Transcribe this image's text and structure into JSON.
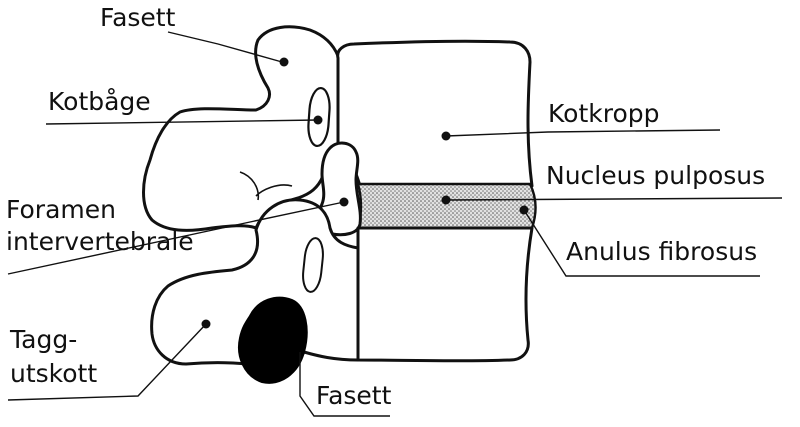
{
  "labels": {
    "fasett_top": "Fasett",
    "kotbage": "Kotbåge",
    "kotkropp": "Kotkropp",
    "nucleus": "Nucleus pulposus",
    "foramen_line1": "Foramen",
    "foramen_line2": "intervertebrale",
    "anulus": "Anulus fibrosus",
    "tagg_line1": "Tagg-",
    "tagg_line2": "utskott",
    "fasett_bottom": "Fasett"
  },
  "colors": {
    "ink": "#111111",
    "disc_fill": "#c8c8c8",
    "facet_fill": "#000000",
    "background": "#ffffff"
  }
}
